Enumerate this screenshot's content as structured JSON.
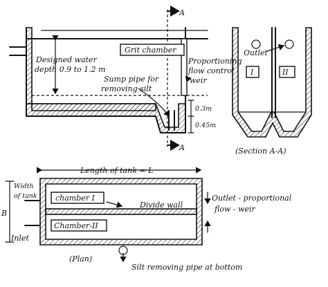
{
  "section": {
    "section_mark": "A",
    "designed_water_line1": "Designed water",
    "designed_water_line2": "depth 0.9 to 1.2 m",
    "grit_chamber": "Grit chamber",
    "weir_line1": "Proportioning",
    "weir_line2": "flow control",
    "weir_line3": "weir",
    "sump_line1": "Sump pipe for",
    "sump_line2": "removing silt",
    "dim_top": "0.3m",
    "dim_bottom": "0.45m"
  },
  "section_aa": {
    "outlet": "Outlet",
    "chamber_1": "I",
    "chamber_2": "II",
    "caption": "(Section A-A)"
  },
  "plan": {
    "length": "Length of tank = L",
    "width_line1": "Width",
    "width_line2": "of tank",
    "width_symbol": "B",
    "inlet": "Inlet",
    "chamber_1": "chamber I",
    "chamber_2": "Chamber-II",
    "divide_wall": "Divide wall",
    "outlet_line1": "Outlet - proportional",
    "outlet_line2": "flow - weir",
    "caption": "(Plan)",
    "silt_pipe": "Silt removing pipe at bottom"
  }
}
